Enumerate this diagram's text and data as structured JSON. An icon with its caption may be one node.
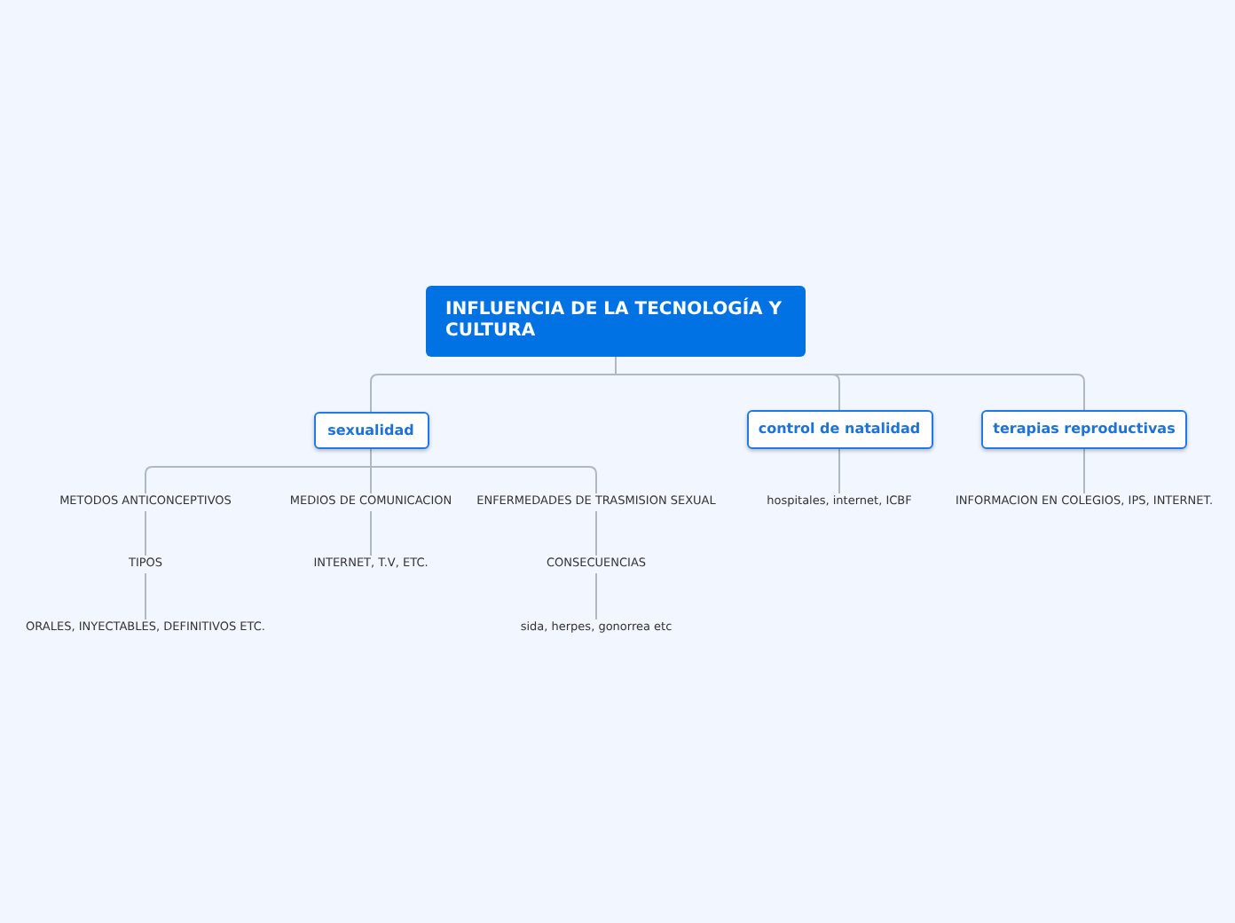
{
  "diagram": {
    "nodes": [
      {
        "text": [
          "INFLUENCIA DE LA TECNOLOGÍA Y CULTURA"
        ]
      },
      {
        "text": [
          "sexualidad"
        ]
      },
      {
        "text": [
          "control de natalidad"
        ]
      },
      {
        "text": [
          "terapias reproductivas"
        ]
      },
      {
        "text": [
          "METODOS ANTICONCEPTIVOS"
        ]
      },
      {
        "text": [
          "MEDIOS DE COMUNICACION"
        ]
      },
      {
        "text": [
          "ENFERMEDADES DE TRASMISION SEXUAL"
        ]
      },
      {
        "text": [
          "TIPOS"
        ]
      },
      {
        "text": [
          "ORALES, INYECTABLES, DEFINITIVOS ETC."
        ]
      },
      {
        "text": [
          "INTERNET, T.V, ETC."
        ]
      },
      {
        "text": [
          "CONSECUENCIAS"
        ]
      },
      {
        "text": [
          "sida, herpes, gonorrea etc"
        ]
      },
      {
        "text": [
          "hospitales, internet, ICBF"
        ]
      },
      {
        "text": [
          "INFORMACION EN COLEGIOS, IPS, INTERNET."
        ]
      }
    ],
    "edges": [
      {
        "from": 0,
        "to": 1,
        "arrow": "none"
      },
      {
        "from": 0,
        "to": 2,
        "arrow": "none"
      },
      {
        "from": 0,
        "to": 3,
        "arrow": "none"
      },
      {
        "from": 1,
        "to": 4,
        "arrow": "none"
      },
      {
        "from": 1,
        "to": 5,
        "arrow": "none"
      },
      {
        "from": 1,
        "to": 6,
        "arrow": "none"
      },
      {
        "from": 4,
        "to": 7,
        "arrow": "none"
      },
      {
        "from": 7,
        "to": 8,
        "arrow": "none"
      },
      {
        "from": 5,
        "to": 9,
        "arrow": "none"
      },
      {
        "from": 6,
        "to": 10,
        "arrow": "none"
      },
      {
        "from": 10,
        "to": 11,
        "arrow": "none"
      },
      {
        "from": 2,
        "to": 12,
        "arrow": "none"
      },
      {
        "from": 3,
        "to": 13,
        "arrow": "none"
      }
    ]
  }
}
